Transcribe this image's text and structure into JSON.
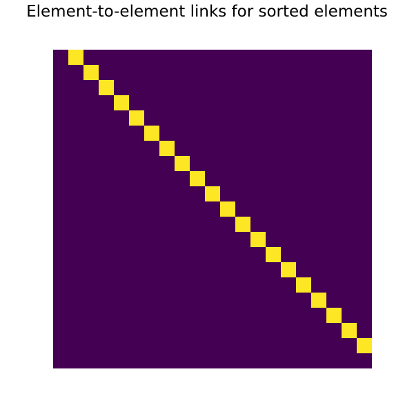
{
  "chart_data": {
    "type": "heatmap",
    "title": "Element-to-element links for sorted elements",
    "xlabel": "",
    "ylabel": "",
    "axes_visible": false,
    "grid": false,
    "legend": "none",
    "rows": 21,
    "cols": 21,
    "colormap": "viridis",
    "colors": {
      "background": "#440154",
      "link": "#fde725"
    },
    "links": [
      [
        0,
        1
      ],
      [
        1,
        2
      ],
      [
        2,
        3
      ],
      [
        3,
        4
      ],
      [
        4,
        5
      ],
      [
        5,
        6
      ],
      [
        6,
        7
      ],
      [
        7,
        8
      ],
      [
        8,
        9
      ],
      [
        9,
        10
      ],
      [
        10,
        11
      ],
      [
        11,
        12
      ],
      [
        12,
        13
      ],
      [
        13,
        14
      ],
      [
        14,
        15
      ],
      [
        15,
        16
      ],
      [
        16,
        17
      ],
      [
        17,
        18
      ],
      [
        18,
        19
      ],
      [
        19,
        20
      ]
    ],
    "link_value": 1,
    "empty_value": 0
  }
}
